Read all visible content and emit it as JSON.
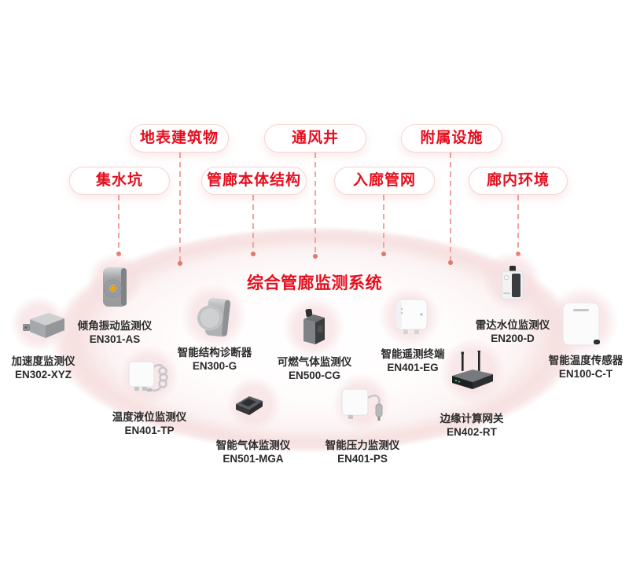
{
  "title": "综合管廊监测系统",
  "colors": {
    "accent_red": "#e60e1e",
    "pill_border": "#f6d3d3",
    "dash_pink": "#efa49c",
    "dash_dot": "#e1776d",
    "halo_pink": "#f8e4e4",
    "ellipse_pink": "#f6dcdc",
    "caption_text": "#2b2b2b"
  },
  "pills": [
    {
      "label": "集水坑"
    },
    {
      "label": "地表建筑物"
    },
    {
      "label": "管廊本体结构"
    },
    {
      "label": "通风井"
    },
    {
      "label": "入廊管网"
    },
    {
      "label": "附属设施"
    },
    {
      "label": "廊内环境"
    }
  ],
  "devices": [
    {
      "name": "加速度监测仪",
      "model": "EN302-XYZ",
      "icon": "accelerometer-icon"
    },
    {
      "name": "倾角振动监测仪",
      "model": "EN301-AS",
      "icon": "tilt-vibration-icon"
    },
    {
      "name": "智能结构诊断器",
      "model": "EN300-G",
      "icon": "structure-diagnostic-icon"
    },
    {
      "name": "可燃气体监测仪",
      "model": "EN500-CG",
      "icon": "combustible-gas-icon"
    },
    {
      "name": "智能遥测终端",
      "model": "EN401-EG",
      "icon": "telemetry-terminal-icon"
    },
    {
      "name": "雷达水位监测仪",
      "model": "EN200-D",
      "icon": "radar-level-icon"
    },
    {
      "name": "智能温度传感器",
      "model": "EN100-C-T",
      "icon": "temperature-sensor-icon"
    },
    {
      "name": "温度液位监测仪",
      "model": "EN401-TP",
      "icon": "temp-liquid-level-icon"
    },
    {
      "name": "智能气体监测仪",
      "model": "EN501-MGA",
      "icon": "smart-gas-icon"
    },
    {
      "name": "智能压力监测仪",
      "model": "EN401-PS",
      "icon": "pressure-monitor-icon"
    },
    {
      "name": "边缘计算网关",
      "model": "EN402-RT",
      "icon": "edge-gateway-icon"
    }
  ]
}
